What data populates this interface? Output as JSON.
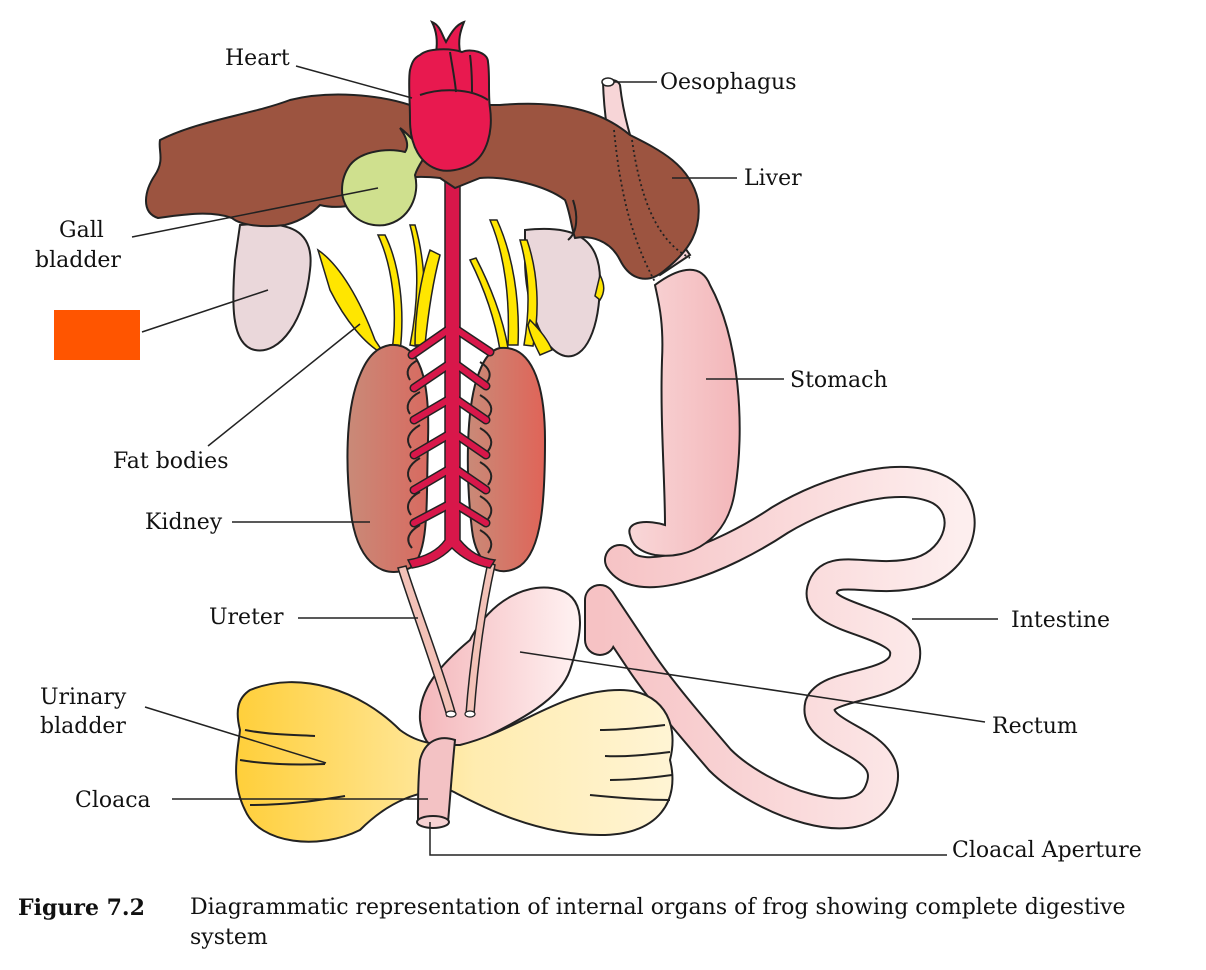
{
  "labels": {
    "heart": "Heart",
    "oesophagus": "Oesophagus",
    "liver": "Liver",
    "gall_bladder_line1": "Gall",
    "gall_bladder_line2": "bladder",
    "stomach": "Stomach",
    "fat_bodies": "Fat bodies",
    "kidney": "Kidney",
    "ureter": "Ureter",
    "intestine": "Intestine",
    "rectum": "Rectum",
    "urinary_bladder_line1": "Urinary",
    "urinary_bladder_line2": "bladder",
    "cloaca": "Cloaca",
    "cloacal_aperture": "Cloacal Aperture"
  },
  "caption": {
    "number": "Figure 7.2",
    "text": "Diagrammatic representation of internal organs of frog showing complete digestive system"
  },
  "colors": {
    "liver": "#9c5440",
    "heart": "#e8194f",
    "gall_bladder": "#cfe08e",
    "lung": "#ead7da",
    "fat_bodies": "#ffe600",
    "kidney": "#c97a6a",
    "blood_vessel": "#d8174a",
    "stomach": "#f7c9cb",
    "urinary_bladder": "#ffd64a",
    "redaction_box": "#ff5500"
  }
}
